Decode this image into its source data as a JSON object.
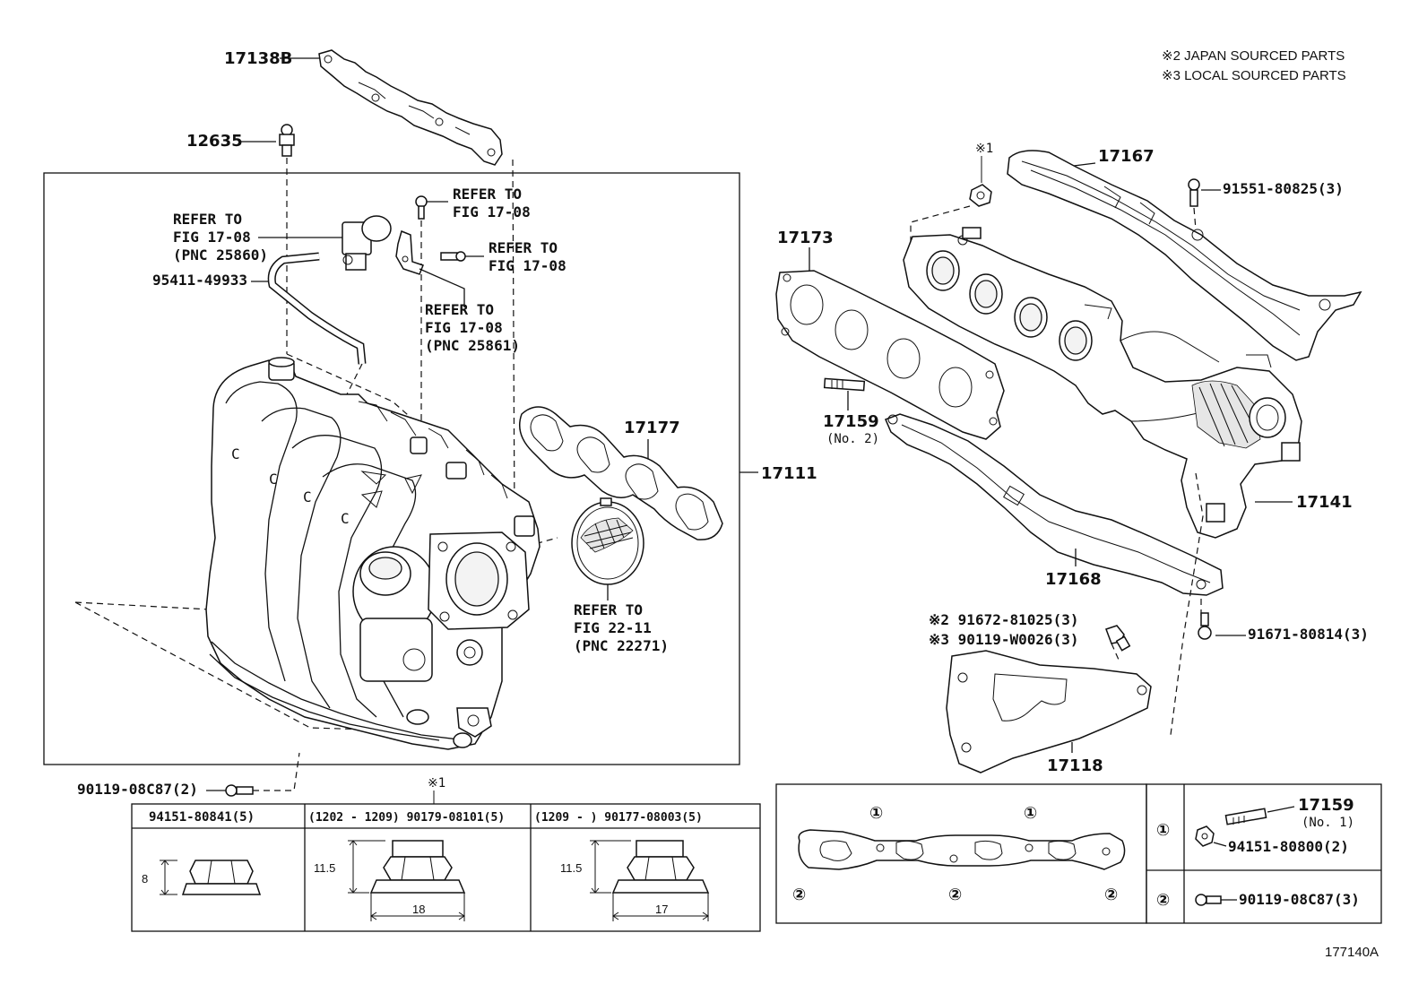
{
  "notes": {
    "japan": "※2 JAPAN SOURCED PARTS",
    "local": "※3 LOCAL SOURCED PARTS"
  },
  "callouts": {
    "p17138B": "17138B",
    "p12635": "12635",
    "refer1_a": "REFER TO",
    "refer1_b": "FIG 17-08",
    "refer2_a": "REFER TO",
    "refer2_b": "FIG 17-08",
    "refer2_c": "(PNC 25860)",
    "refer3_a": "REFER TO",
    "refer3_b": "FIG 17-08",
    "refer4_a": "REFER TO",
    "refer4_b": "FIG 17-08",
    "refer4_c": "(PNC 25861)",
    "refer5_a": "REFER TO",
    "refer5_b": "FIG 22-11",
    "refer5_c": "(PNC 22271)",
    "p95411": "95411-49933",
    "p17177": "17177",
    "p17111": "17111",
    "p90119_2": "90119-08C87(2)",
    "mark1_top": "※1",
    "mark1_nut": "※1",
    "p17167": "17167",
    "p91551": "91551-80825(3)",
    "p17173": "17173",
    "p17159_a": "17159",
    "p17159_b": "(No. 2)",
    "p17141": "17141",
    "p17168": "17168",
    "p91672": "※2 91672-81025(3)",
    "p90119w": "※3 90119-W0026(3)",
    "p91671": "91671-80814(3)",
    "p17118": "17118",
    "diagram_id": "177140A"
  },
  "nut_table": {
    "columns": [
      {
        "header": "94151-80841(5)",
        "height": "8",
        "width": ""
      },
      {
        "header": "(1202 - 1209) 90179-08101(5)",
        "height": "11.5",
        "width": "18"
      },
      {
        "header": "(1209 -       ) 90177-08003(5)",
        "height": "11.5",
        "width": "17"
      }
    ]
  },
  "gasket_panel": {
    "mark1": "①",
    "mark2": "②"
  },
  "legend": {
    "rows": [
      {
        "mark": "①",
        "part": "17159",
        "sub": "(No. 1)",
        "nut": "94151-80800(2)"
      },
      {
        "mark": "②",
        "part": "",
        "sub": "",
        "nut": "90119-08C87(3)"
      }
    ]
  },
  "colors": {
    "line": "#111111",
    "background": "#ffffff"
  }
}
